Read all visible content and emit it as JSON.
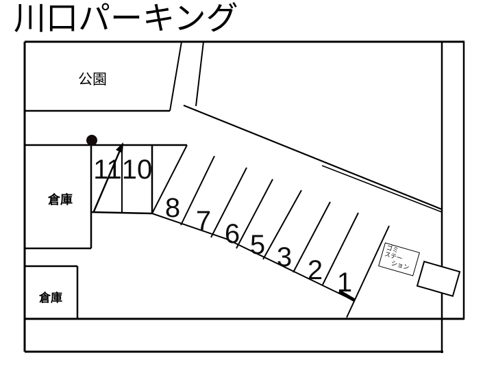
{
  "title": "川口パーキング",
  "map": {
    "park": {
      "label": "公園"
    },
    "warehouse_upper": {
      "label": "倉庫"
    },
    "warehouse_lower": {
      "label": "倉庫"
    },
    "garbage_station": {
      "line1": "ゴミ",
      "line2": "ステー",
      "line3": "ション"
    },
    "spaces": [
      {
        "label": "11"
      },
      {
        "label": "10"
      },
      {
        "label": "8"
      },
      {
        "label": "7"
      },
      {
        "label": "6"
      },
      {
        "label": "5"
      },
      {
        "label": "3"
      },
      {
        "label": "2"
      },
      {
        "label": "1"
      }
    ]
  },
  "colors": {
    "background": "#ffffff",
    "line": "#000000",
    "text": "#000000"
  }
}
